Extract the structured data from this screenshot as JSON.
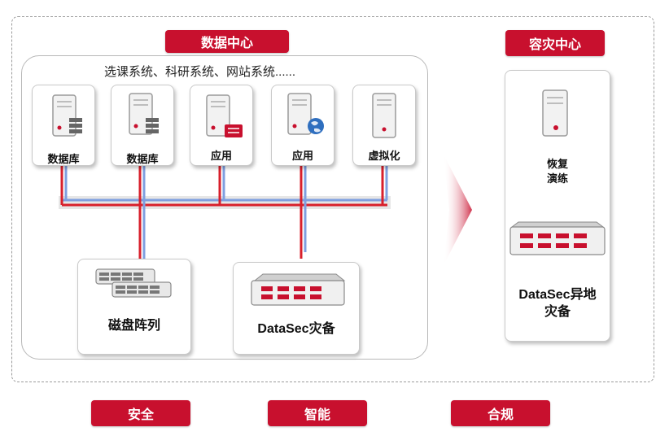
{
  "data_center": {
    "title": "数据中心",
    "subtitle": "选课系统、科研系统、网站系统......",
    "servers": [
      {
        "label": "数据库",
        "icon": "database-server-icon"
      },
      {
        "label": "数据库",
        "icon": "database-server-icon"
      },
      {
        "label": "应用",
        "icon": "application-server-icon"
      },
      {
        "label": "应用",
        "icon": "web-server-globe-icon"
      },
      {
        "label": "虚拟化",
        "icon": "virtualization-server-icon"
      }
    ],
    "storage": {
      "label": "磁盘阵列",
      "icon": "disk-array-icon"
    },
    "appliance": {
      "label": "DataSec灾备",
      "icon": "backup-appliance-icon"
    }
  },
  "dr_center": {
    "title": "容灾中心",
    "drill_label_line1": "恢复",
    "drill_label_line2": "演练",
    "appliance_line1": "DataSec异地",
    "appliance_line2": "灾备"
  },
  "bottom_tags": [
    "安全",
    "智能",
    "合规"
  ],
  "colors": {
    "brand_red": "#c8102e",
    "link_blue": "#7f9fe0",
    "link_red": "#d8202c"
  }
}
